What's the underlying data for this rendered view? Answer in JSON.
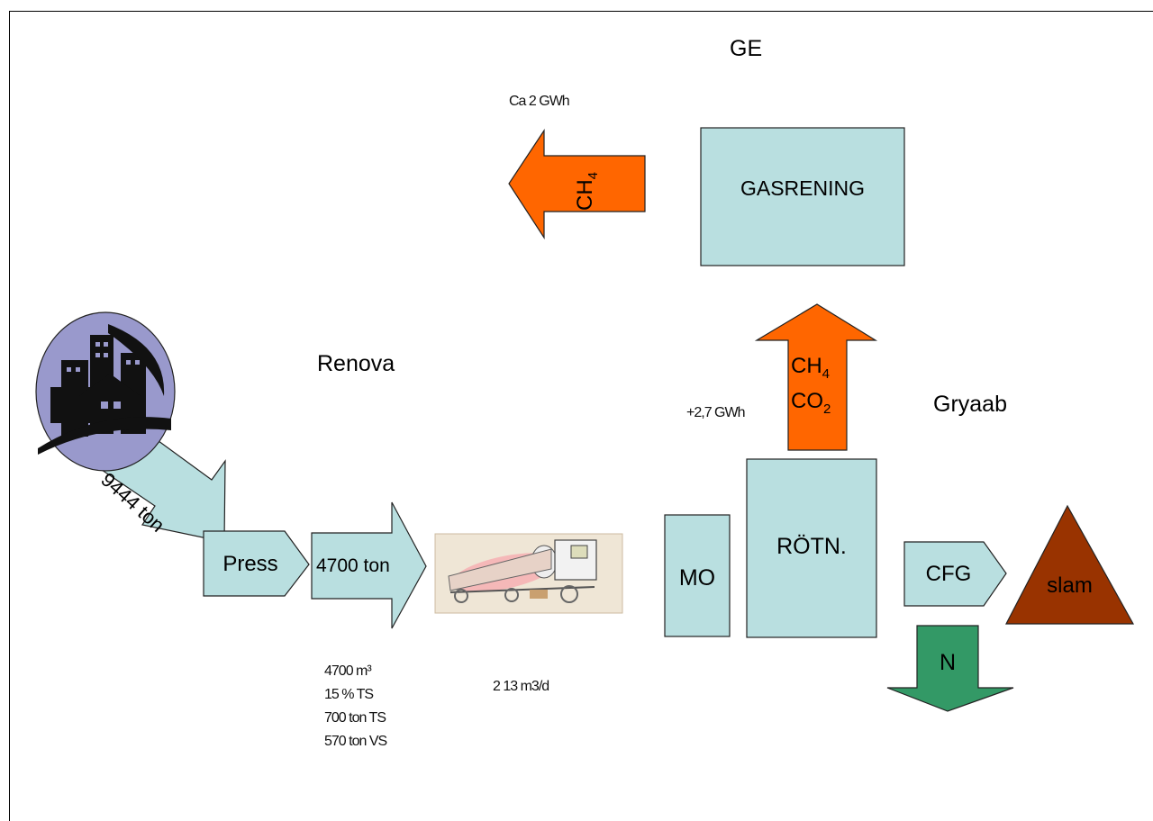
{
  "regions": {
    "ge": "GE",
    "renova": "Renova",
    "gryaab": "Gryaab"
  },
  "nodes": {
    "gasrening": "GASRENING",
    "rotn": "RÖTN.",
    "mo": "MO",
    "press": "Press",
    "cfg": "CFG",
    "slam": "slam",
    "n": "N"
  },
  "arrows": {
    "input": "9444 ton",
    "pressed": "4700 ton",
    "ch4_out": "CH",
    "ch4_out_sub": "4",
    "biogas_ch4": "CH",
    "biogas_ch4_sub": "4",
    "biogas_co2": "CO",
    "biogas_co2_sub": "2"
  },
  "annotations": {
    "methane_energy": "Ca 2 GWh",
    "biogas_energy": "+2,7 GWh",
    "transport_volume": "2 13 m3/d",
    "press_stats": [
      "4700 m³",
      "15 % TS",
      "700 ton TS",
      "570 ton VS"
    ]
  },
  "colors": {
    "box": "#b9dfe0",
    "gas": "#ff6600",
    "slam": "#993300",
    "nitrogen": "#339966",
    "stroke": "#222222"
  },
  "icons": {
    "city": "city-icon",
    "truck": "tanker-truck-icon"
  }
}
